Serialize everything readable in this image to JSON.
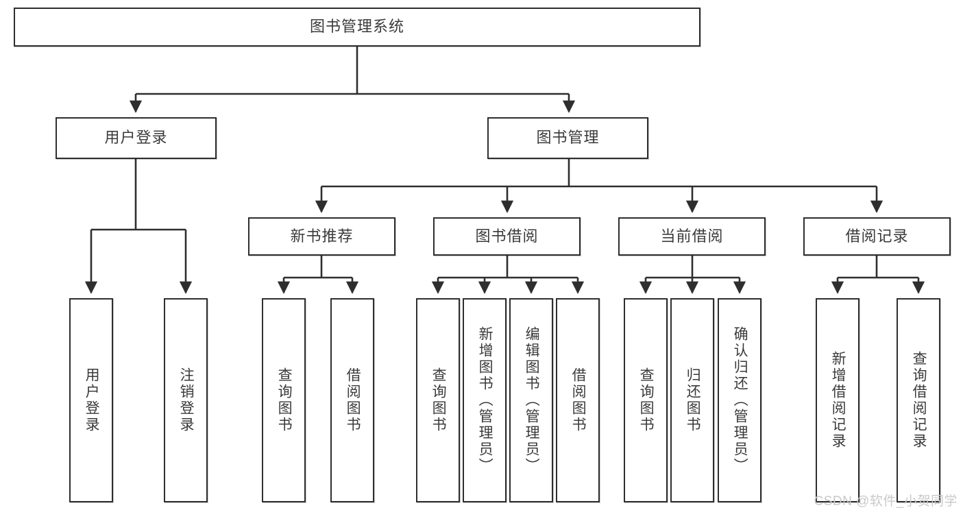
{
  "diagram": {
    "title": "图书管理系统",
    "type": "tree-hierarchy",
    "watermark": "CSDN @软件_小贺同学",
    "colors": {
      "box_border": "#2e2e2e",
      "box_fill": "#ffffff",
      "text": "#3a3a3a",
      "edge": "#2e2e2e",
      "watermark": "#c9c9c9"
    },
    "nodes": {
      "root": {
        "label": "图书管理系统",
        "level": 1,
        "orientation": "horizontal"
      },
      "l2": [
        {
          "id": "user-login",
          "label": "用户登录",
          "level": 2,
          "orientation": "horizontal"
        },
        {
          "id": "book-manage",
          "label": "图书管理",
          "level": 2,
          "orientation": "horizontal"
        }
      ],
      "l3": [
        {
          "id": "new-book-recommend",
          "label": "新书推荐",
          "level": 3,
          "orientation": "horizontal"
        },
        {
          "id": "book-borrow",
          "label": "图书借阅",
          "level": 3,
          "orientation": "horizontal"
        },
        {
          "id": "current-borrow",
          "label": "当前借阅",
          "level": 3,
          "orientation": "horizontal"
        },
        {
          "id": "borrow-record",
          "label": "借阅记录",
          "level": 3,
          "orientation": "horizontal"
        }
      ],
      "leaves": [
        {
          "id": "leaf-user-login",
          "label": "用户登录",
          "parent": "user-login",
          "orientation": "vertical"
        },
        {
          "id": "leaf-logout-login",
          "label": "注销登录",
          "parent": "user-login",
          "orientation": "vertical"
        },
        {
          "id": "leaf-query-book-1",
          "label": "查询图书",
          "parent": "new-book-recommend",
          "orientation": "vertical"
        },
        {
          "id": "leaf-borrow-book-1",
          "label": "借阅图书",
          "parent": "new-book-recommend",
          "orientation": "vertical"
        },
        {
          "id": "leaf-query-book-2",
          "label": "查询图书",
          "parent": "book-borrow",
          "orientation": "vertical"
        },
        {
          "id": "leaf-add-book",
          "label": "新增图书（管理员）",
          "parent": "book-borrow",
          "orientation": "vertical"
        },
        {
          "id": "leaf-edit-book",
          "label": "编辑图书（管理员）",
          "parent": "book-borrow",
          "orientation": "vertical"
        },
        {
          "id": "leaf-borrow-book-2",
          "label": "借阅图书",
          "parent": "book-borrow",
          "orientation": "vertical"
        },
        {
          "id": "leaf-query-book-3",
          "label": "查询图书",
          "parent": "current-borrow",
          "orientation": "vertical"
        },
        {
          "id": "leaf-return-book",
          "label": "归还图书",
          "parent": "current-borrow",
          "orientation": "vertical"
        },
        {
          "id": "leaf-confirm-return",
          "label": "确认归还（管理员）",
          "parent": "current-borrow",
          "orientation": "vertical"
        },
        {
          "id": "leaf-add-record",
          "label": "新增借阅记录",
          "parent": "borrow-record",
          "orientation": "vertical"
        },
        {
          "id": "leaf-query-record",
          "label": "查询借阅记录",
          "parent": "borrow-record",
          "orientation": "vertical"
        }
      ]
    }
  }
}
